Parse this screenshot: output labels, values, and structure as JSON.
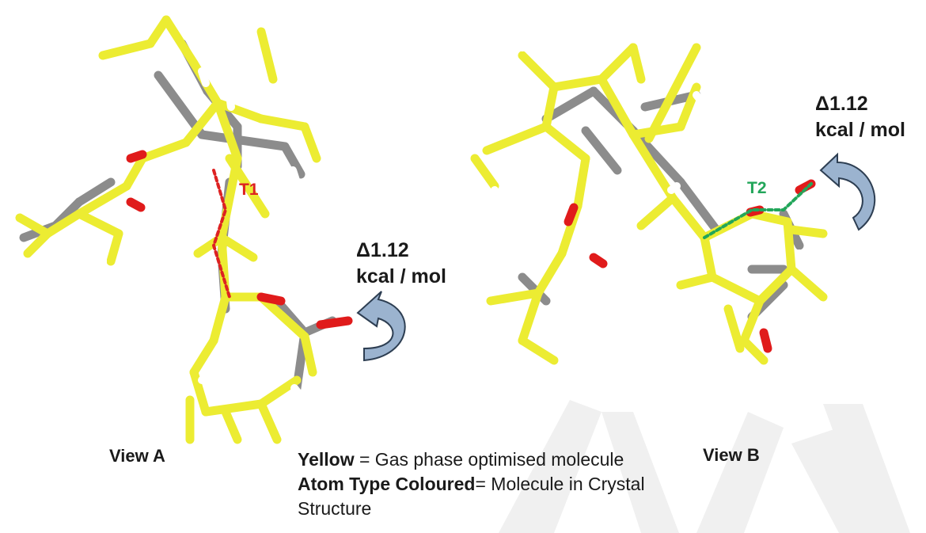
{
  "view_a": {
    "torsion_label": "T1",
    "energy_line1": "Δ1.12",
    "energy_line2": "kcal / mol",
    "caption": "View A"
  },
  "view_b": {
    "torsion_label": "T2",
    "energy_line1": "Δ1.12",
    "energy_line2": "kcal / mol",
    "caption": "View B"
  },
  "legend": {
    "yellow_term": "Yellow",
    "yellow_desc": " = Gas phase optimised molecule ",
    "coloured_term": "Atom Type Coloured",
    "coloured_desc": "= Molecule in Crystal Structure"
  },
  "colors": {
    "gas_phase": "#ecec32",
    "crystal_carbon": "#8c8c8c",
    "oxygen": "#e01b1b",
    "hydrogen": "#ffffff",
    "t1_torsion": "#dd2222",
    "t2_torsion": "#22a65a",
    "arrow_fill": "#9bb3cf",
    "arrow_stroke": "#2d3e52",
    "watermark": "#eeeeee"
  }
}
